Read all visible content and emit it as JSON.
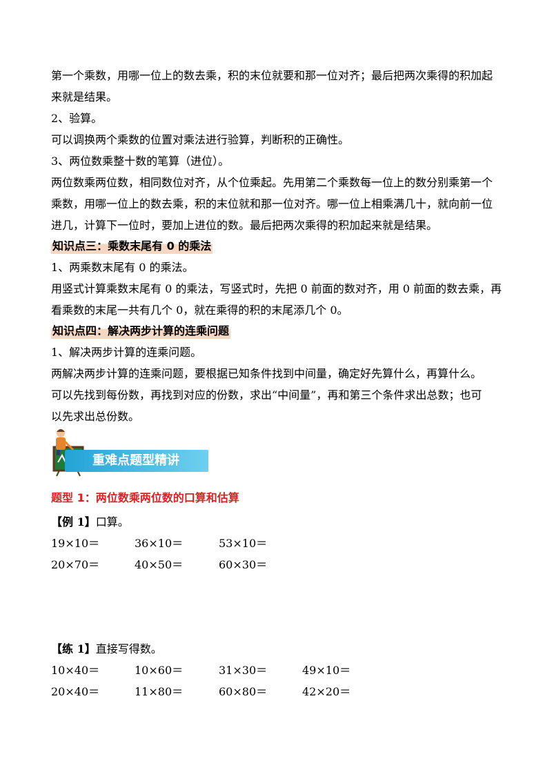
{
  "lines": [
    "第一个乘数，用哪一位上的数去乘，积的末位就要和那一位对齐；最后把两次乘得的积加起",
    "来就是结果。",
    "2、验算。",
    "可以调换两个乘数的位置对乘法进行验算，判断积的正确性。",
    "3、两位数乘整十数的笔算（进位）。",
    "两位数乘两位数，相同数位对齐，从个位乘起。先用第二个乘数每一位上的数分别乘第一个",
    "乘数，用哪一位上的数去乘，积的末位就和那一位对齐。哪一位上相乘满几十，就向前一位",
    "进几，计算下一位时，要加上进位的数。最后把两次乘得的积加起来就是结果。"
  ],
  "kp3": {
    "title": "知识点三：乘数末尾有 0 的乘法",
    "lines": [
      "1、两乘数末尾有 0 的乘法。",
      "用竖式计算乘数末尾有 0 的乘法，写竖式时，先把 0 前面的数对齐，用 0 前面的数去乘，再",
      "看乘数的末尾一共有几个 0，就在乘得的积的末尾添几个 0。"
    ]
  },
  "kp4": {
    "title": "知识点四：解决两步计算的连乘问题",
    "lines": [
      "1、解决两步计算的连乘问题。",
      "两解决两步计算的连乘问题，要根据已知条件找到中间量，确定好先算什么，再算什么。",
      "可以先找到每份数，再找到对应的份数，求出“中间量”，再和第三个条件求出总数；也可",
      "以先求出总份数。"
    ]
  },
  "banner": {
    "text": "重难点题型精讲",
    "color": "#22a3d6"
  },
  "type1": {
    "title": "题型 1：两位数乘两位数的口算和估算",
    "example": {
      "tag": "【例 1】",
      "text": "口算。"
    },
    "example_rows": [
      [
        "19×10＝",
        "36×10＝",
        "53×10＝"
      ],
      [
        "20×70＝",
        "40×50＝",
        "60×30＝"
      ]
    ],
    "practice": {
      "tag": "【练 1】",
      "text": "直接写得数。"
    },
    "practice_rows": [
      [
        "10×40＝",
        "10×60＝",
        "31×30＝",
        "49×10＝"
      ],
      [
        "20×40＝",
        "11×80＝",
        "60×80＝",
        "42×20＝"
      ]
    ]
  }
}
